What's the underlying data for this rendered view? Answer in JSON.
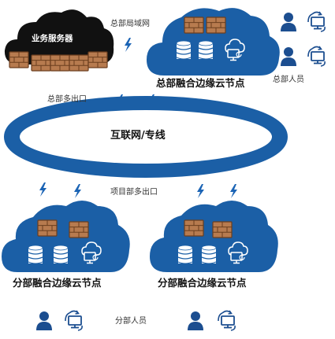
{
  "colors": {
    "cloud_blue": "#1b5fa6",
    "cloud_black": "#111111",
    "brick": "#b77b4f",
    "icon_blue": "#1c4e90",
    "bolt_blue": "#1b64b5"
  },
  "labels": {
    "business_server": "业务服务器",
    "hq_lan": "总部局域网",
    "hq_node": "总部融合边缘云节点",
    "hq_staff": "总部人员",
    "hq_multi_exit": "总部多出口",
    "internet": "互联网/专线",
    "project_multi_exit": "项目部多出口",
    "branch_node_left": "分部融合边缘云节点",
    "branch_node_right": "分部融合边缘云节点",
    "branch_staff": "分部人员"
  },
  "icons": {
    "firewall": "brick-wall-icon",
    "database": "database-icon",
    "cloud_monitor": "cloud-monitor-icon",
    "user": "person-icon",
    "pc_sync": "computer-sync-icon",
    "link": "lightning-bolt-icon"
  }
}
